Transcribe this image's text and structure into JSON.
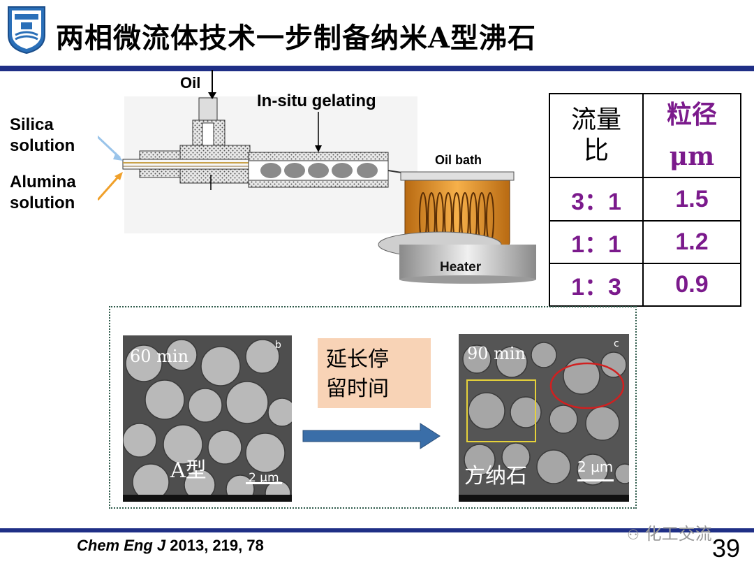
{
  "slide": {
    "title": "两相微流体技术一步制备纳米A型沸石",
    "page_number": "39",
    "watermark": "化工交流",
    "citation": {
      "journal": "Chem Eng J",
      "details": " 2013, 219, 78"
    }
  },
  "diagram": {
    "oil": "Oil",
    "insitu": "In-situ gelating",
    "silica": [
      "Silica",
      "solution"
    ],
    "alumina": [
      "Alumina",
      "solution"
    ],
    "oil_bath": "Oil bath",
    "heater": "Heater"
  },
  "table": {
    "header_ratio": [
      "流量",
      "比"
    ],
    "header_size": [
      "粒径",
      "μm"
    ],
    "rows": [
      {
        "ratio": "3：1",
        "size": "1.5"
      },
      {
        "ratio": "1：1",
        "size": "1.2"
      },
      {
        "ratio": "1：3",
        "size": "0.9"
      }
    ]
  },
  "images": {
    "left": {
      "time": "60 min",
      "panel": "b",
      "label": "A型",
      "scale": "2 μm"
    },
    "right": {
      "time": "90 min",
      "panel": "c",
      "label": "方纳石",
      "scale": "2 μm"
    }
  },
  "note": [
    "延长停",
    "留时间"
  ],
  "colors": {
    "accent_blue": "#1f2f86",
    "table_text": "#7b1a8c",
    "note_bg": "#f8d3b6",
    "arrow": "#3a6ea8"
  }
}
